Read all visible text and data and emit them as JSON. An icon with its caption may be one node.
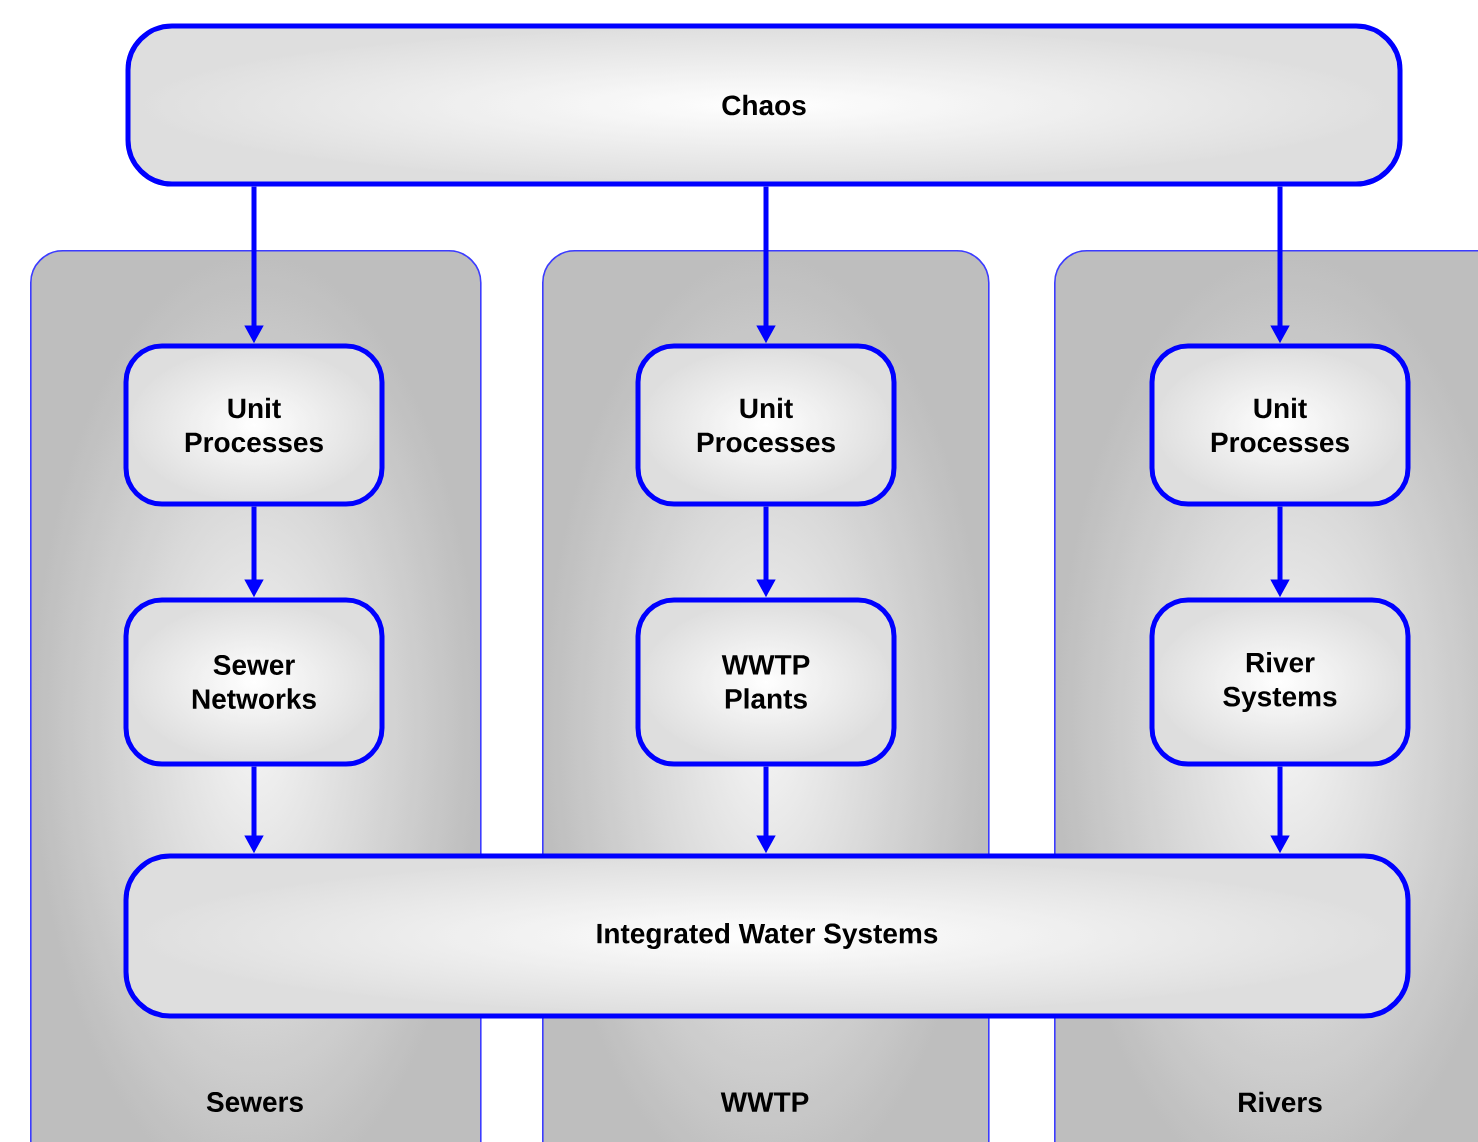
{
  "diagram": {
    "nodes": [
      {
        "text": [
          "Chaos"
        ]
      },
      {
        "text": [
          "Sewers"
        ]
      },
      {
        "text": [
          "Unit Processes"
        ],
        "in": 1
      },
      {
        "text": [
          "Sewer Networks"
        ],
        "in": 1
      },
      {
        "text": [
          "WWTP"
        ]
      },
      {
        "text": [
          "Unit Processes"
        ],
        "in": 4
      },
      {
        "text": [
          "WWTP Plants"
        ],
        "in": 4
      },
      {
        "text": [
          "Rivers"
        ]
      },
      {
        "text": [
          "Unit Processes"
        ],
        "in": 7
      },
      {
        "text": [
          "River Systems"
        ],
        "in": 7
      },
      {
        "text": [
          "Integrated Water Systems"
        ]
      }
    ],
    "edges": [
      {
        "from": 0,
        "to": 2,
        "arrow": "to"
      },
      {
        "from": 0,
        "to": 5,
        "arrow": "to"
      },
      {
        "from": 0,
        "to": 8,
        "arrow": "to"
      },
      {
        "from": 2,
        "to": 3,
        "arrow": "to"
      },
      {
        "from": 5,
        "to": 6,
        "arrow": "to"
      },
      {
        "from": 8,
        "to": 9,
        "arrow": "to"
      },
      {
        "from": 3,
        "to": 10,
        "arrow": "to"
      },
      {
        "from": 6,
        "to": 10,
        "arrow": "to"
      },
      {
        "from": 9,
        "to": 10,
        "arrow": "to"
      }
    ]
  }
}
